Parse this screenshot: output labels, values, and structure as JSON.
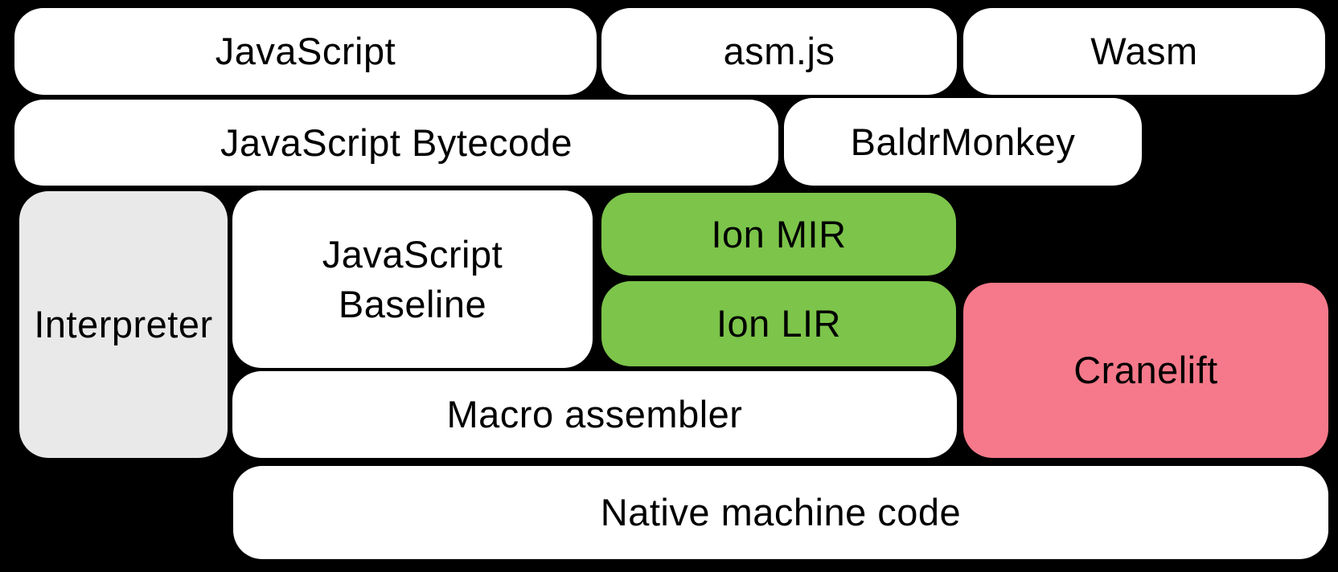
{
  "colors": {
    "background": "#000000",
    "white_box": "#FFFFFF",
    "gray_box": "#E9E9E9",
    "green_box": "#7CC44A",
    "pink_box": "#F5798A",
    "text": "#000000"
  },
  "nodes": {
    "javascript": {
      "label": "JavaScript"
    },
    "asmjs": {
      "label": "asm.js"
    },
    "wasm": {
      "label": "Wasm"
    },
    "bytecode": {
      "label": "JavaScript Bytecode"
    },
    "baldrmonkey": {
      "label": "BaldrMonkey"
    },
    "interpreter": {
      "label": "Interpreter"
    },
    "baseline": {
      "line1": "JavaScript",
      "line2": "Baseline"
    },
    "ion_mir": {
      "label": "Ion MIR"
    },
    "ion_lir": {
      "label": "Ion LIR"
    },
    "cranelift": {
      "label": "Cranelift"
    },
    "macro_assembler": {
      "label": "Macro assembler"
    },
    "native": {
      "label": "Native machine code"
    }
  }
}
